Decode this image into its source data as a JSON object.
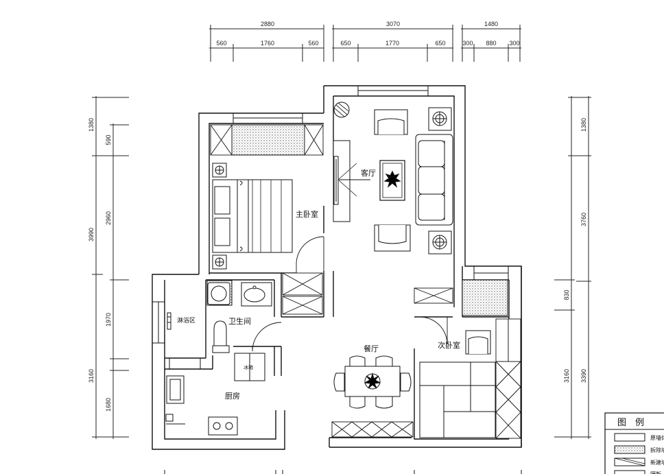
{
  "dimensions": {
    "top_row1": [
      "2880",
      "3070",
      "1480"
    ],
    "top_row2": [
      "560",
      "1760",
      "560",
      "650",
      "1770",
      "650",
      "300",
      "880",
      "300"
    ],
    "left_outer": [
      "1380",
      "3990",
      "3160"
    ],
    "left_inner": [
      "590",
      "2960",
      "1970",
      "1680"
    ],
    "right_outer": [
      "1380",
      "3760",
      "3390"
    ],
    "right_inner": [
      "830",
      "3160"
    ]
  },
  "rooms": {
    "living": "客厅",
    "master_bedroom": "主卧室",
    "bathroom": "卫生间",
    "shower": "淋浴区",
    "kitchen": "厨房",
    "dining": "餐厅",
    "second_bedroom": "次卧室",
    "fridge": "冰箱"
  },
  "legend": {
    "title": "图　例",
    "items": [
      "原墙体",
      "拆除墙体",
      "新建墙体",
      "隔断"
    ]
  }
}
